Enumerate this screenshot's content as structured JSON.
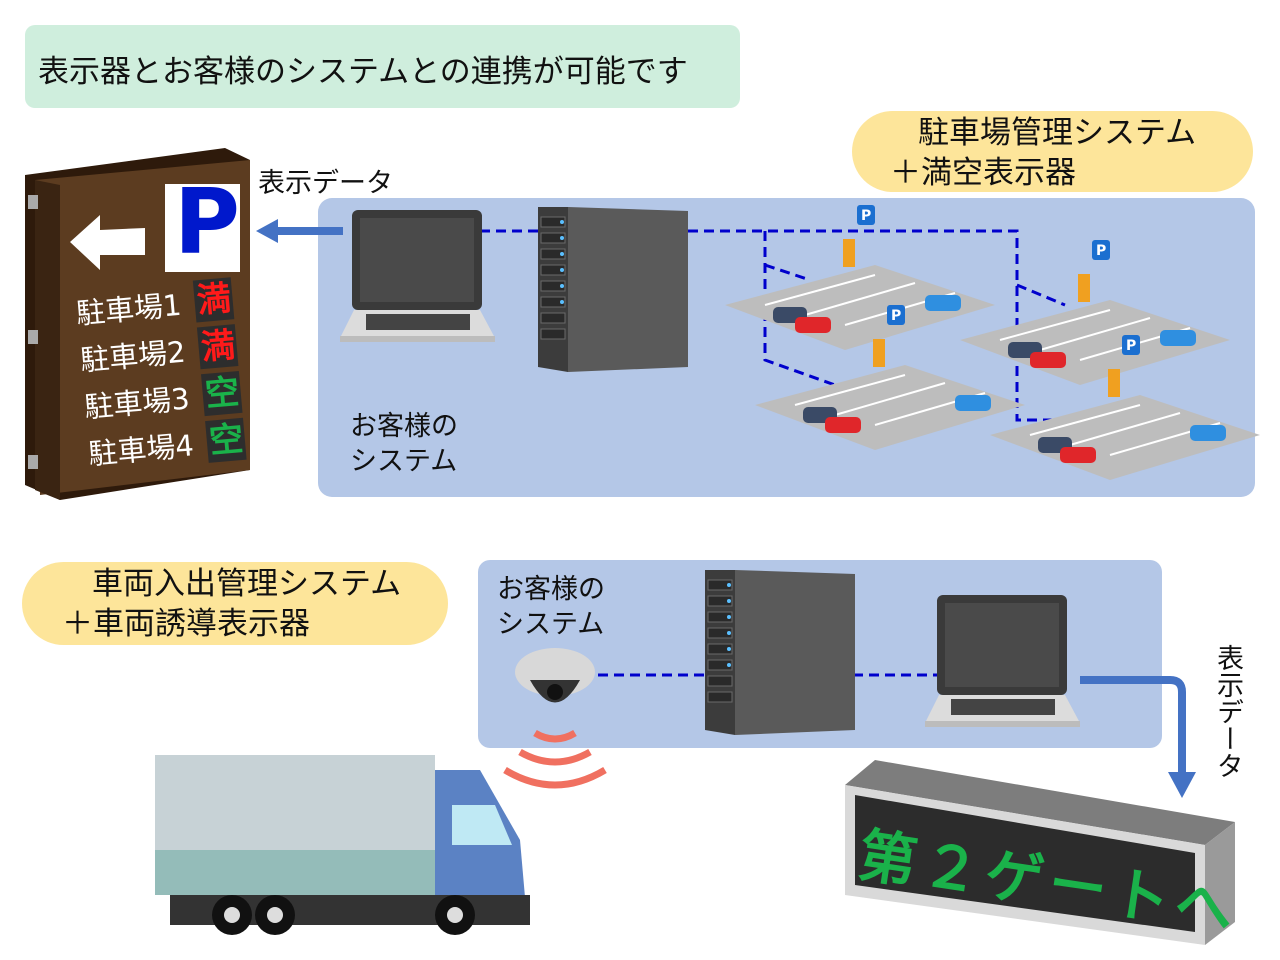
{
  "title": "表示器とお客様のシステムとの連携が可能です",
  "top_section": {
    "system_label_line1": "駐車場管理システム",
    "system_label_line2": "＋満空表示器",
    "display_data_label": "表示データ",
    "customer_system_line1": "お客様の",
    "customer_system_line2": "システム",
    "sign": {
      "p_symbol": "P",
      "rows": [
        {
          "name": "駐車場1",
          "status": "満",
          "status_color": "#ff1a1a"
        },
        {
          "name": "駐車場2",
          "status": "満",
          "status_color": "#ff1a1a"
        },
        {
          "name": "駐車場3",
          "status": "空",
          "status_color": "#1ab24a"
        },
        {
          "name": "駐車場4",
          "status": "空",
          "status_color": "#1ab24a"
        }
      ]
    }
  },
  "bottom_section": {
    "system_label_line1": "車両入出管理システム",
    "system_label_line2": "＋車両誘導表示器",
    "customer_system_line1": "お客様の",
    "customer_system_line2": "システム",
    "display_data_label": "表示データ",
    "led_message": "第２ゲートへ"
  },
  "colors": {
    "title_bg": "#cfeedd",
    "pill_bg": "#fde59a",
    "panel_bg": "#b4c7e7",
    "arrow": "#4472c4",
    "dashed_line": "#0000cc"
  }
}
